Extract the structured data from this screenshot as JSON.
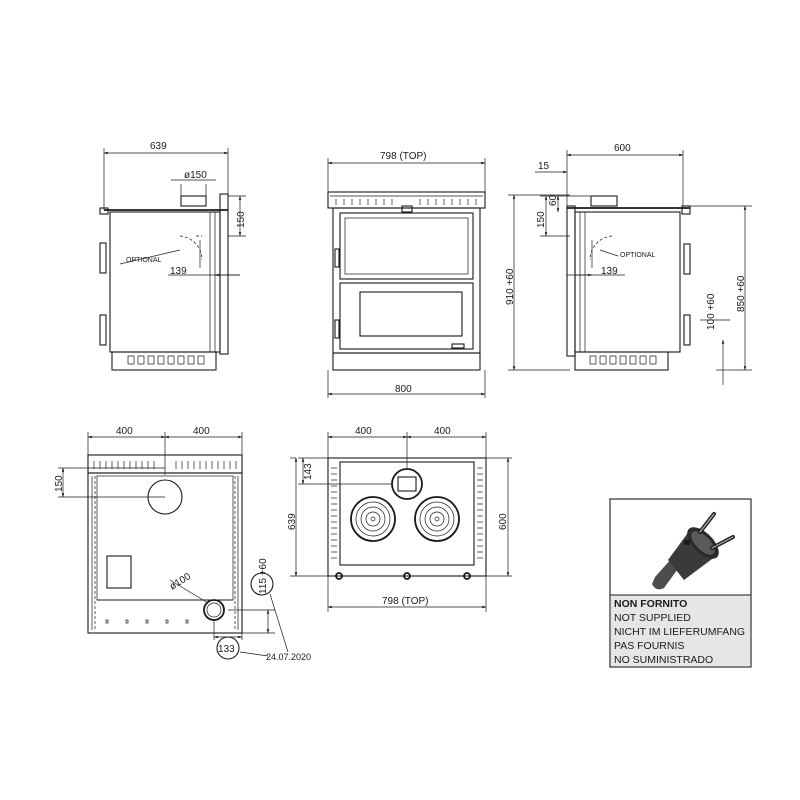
{
  "side_view_left": {
    "width": "639",
    "flue_diameter": "ø150",
    "flue_height": "150",
    "optional": "OPTIONAL",
    "offset": "139"
  },
  "front_view": {
    "top_width": "798 (TOP)",
    "width": "800",
    "height": "910 +60"
  },
  "side_view_right": {
    "width": "600",
    "offset_top": "15",
    "flue_height": "150",
    "flue_offset": "60",
    "optional": "OPTIONAL",
    "offset": "139",
    "height": "850 +60",
    "leg_height": "100 +60"
  },
  "rear_view": {
    "half_left": "400",
    "half_right": "400",
    "flue_height": "150",
    "inlet_diameter": "ø100",
    "inlet_height": "115 +60",
    "inlet_offset": "133",
    "date": "24.07.2020"
  },
  "top_view": {
    "half_left": "400",
    "half_right": "400",
    "depth": "639",
    "flue_offset": "143",
    "depth_right": "600",
    "top_width": "798 (TOP)"
  },
  "plug_notice": {
    "lines": [
      "NON FORNITO",
      "NOT SUPPLIED",
      "NICHT IM LIEFERUMFANG",
      "PAS FOURNIS",
      "NO SUMINISTRADO"
    ]
  }
}
